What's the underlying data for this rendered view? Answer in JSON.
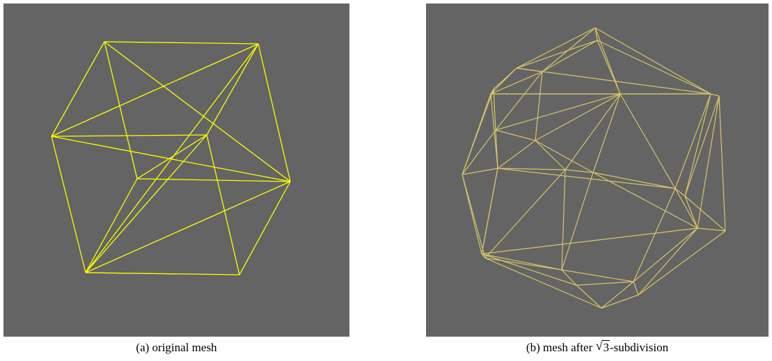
{
  "figure": {
    "background_color": "#646464",
    "panels": [
      {
        "id": "a",
        "label": "(a)",
        "caption": "original mesh",
        "wire_color": "#ffff00"
      },
      {
        "id": "b",
        "label": "(b)",
        "caption_prefix": "mesh after",
        "radicand": "3",
        "caption_suffix": "-subdivision",
        "wire_color": "#d8c567"
      }
    ]
  }
}
